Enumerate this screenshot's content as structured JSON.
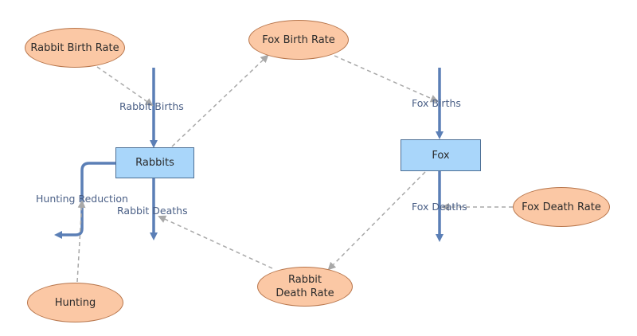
{
  "nodes": {
    "rabbit_birth_rate": "Rabbit Birth Rate",
    "fox_birth_rate": "Fox Birth Rate",
    "rabbits": "Rabbits",
    "fox": "Fox",
    "hunting": "Hunting",
    "rabbit_death_rate": "Rabbit Death Rate",
    "fox_death_rate": "Fox Death Rate"
  },
  "flows": {
    "rabbit_births": "Rabbit Births",
    "rabbit_deaths": "Rabbit Deaths",
    "hunting_reduction": "Hunting Reduction",
    "fox_births": "Fox Births",
    "fox_deaths": "Fox Deaths"
  },
  "colors": {
    "flow_line": "#5b7fb6",
    "link_line": "#a8a8a8",
    "ellipse_fill": "#fbc8a5",
    "stock_fill": "#a9d6fa"
  }
}
